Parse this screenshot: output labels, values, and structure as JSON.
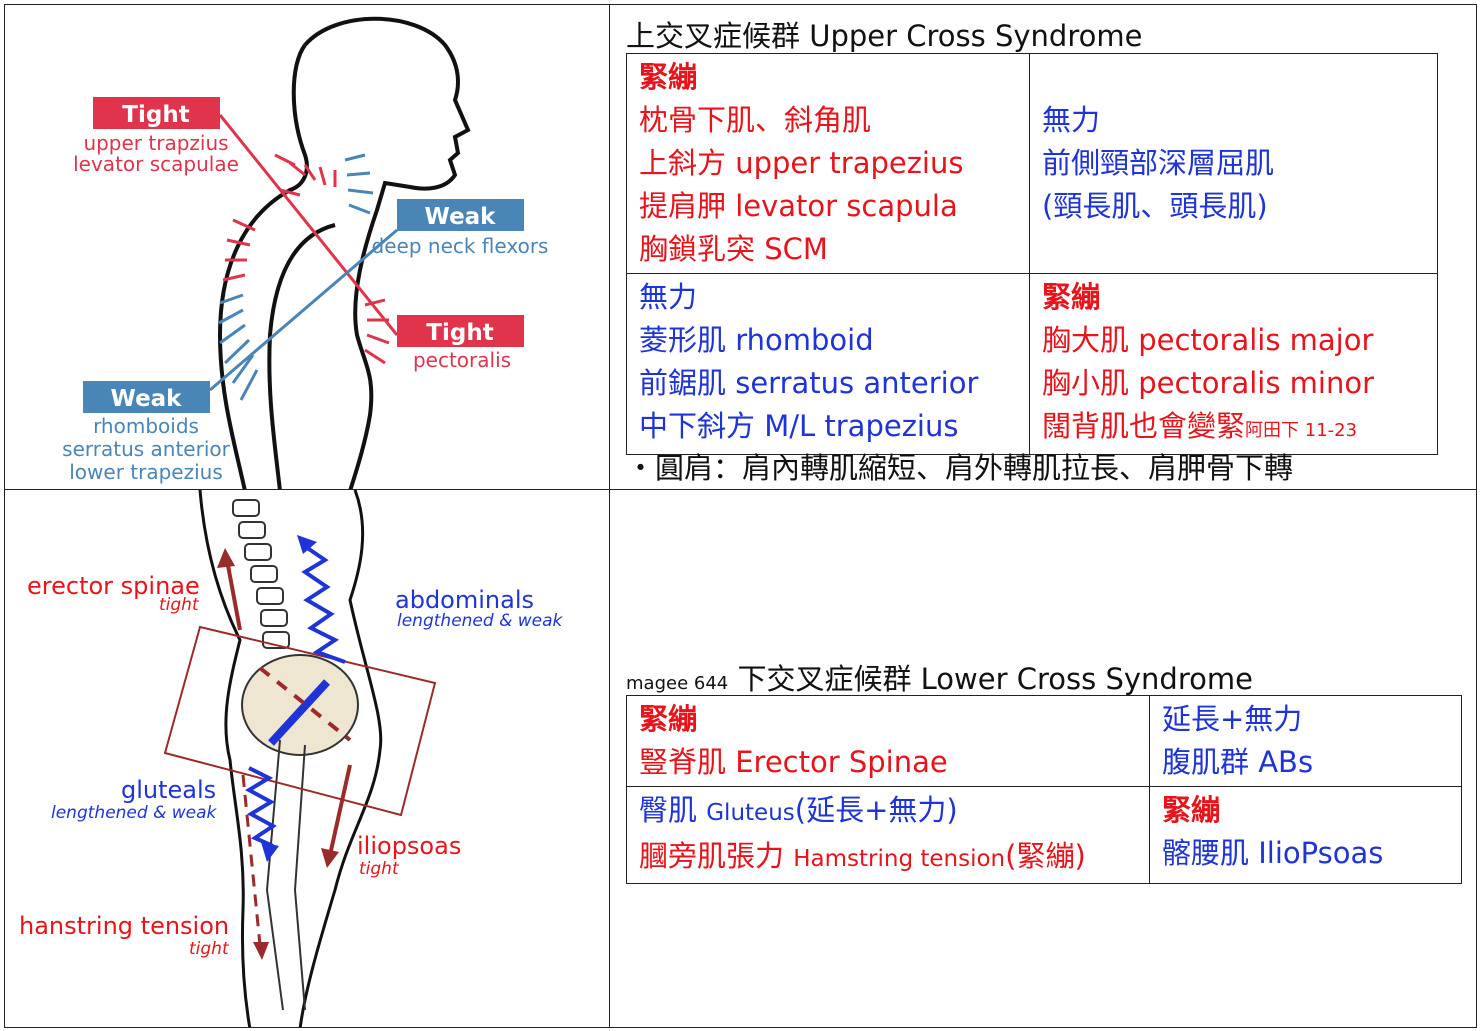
{
  "upper": {
    "title": "上交叉症候群 Upper Cross Syndrome",
    "tl_head": "緊繃",
    "tl_lines": [
      "枕骨下肌、斜角肌",
      "上斜方 upper trapezius",
      "提肩胛 levator scapula",
      "胸鎖乳突 SCM"
    ],
    "tr_head": "無力",
    "tr_lines": [
      "前側頸部深層屈肌",
      "(頸長肌、頭長肌)"
    ],
    "bl_head": "無力",
    "bl_lines": [
      "菱形肌 rhomboid",
      "前鋸肌 serratus anterior",
      "中下斜方 M/L trapezius"
    ],
    "br_head": "緊繃",
    "br_lines": [
      "胸大肌 pectoralis major",
      "胸小肌 pectoralis minor"
    ],
    "br_last": "闊背肌也會變緊",
    "br_last_ref": "阿田下 11-23",
    "note": "・圓肩：肩內轉肌縮短、肩外轉肌拉長、肩胛骨下轉"
  },
  "lower": {
    "prefix": "magee 644",
    "title": "下交叉症候群 Lower Cross Syndrome",
    "tl_head": "緊繃",
    "tl_line": "豎脊肌 Erector Spinae",
    "tr_head": "延長+無力",
    "tr_line": "腹肌群 ABs",
    "bl_l1a": "臀肌",
    "bl_l1b": "Gluteus",
    "bl_l1c": "(延長+無力)",
    "bl_l2a": "膕旁肌張力",
    "bl_l2b": "Hamstring tension",
    "bl_l2c": "(緊繃)",
    "br_head": "緊繃",
    "br_line": "髂腰肌 IlioPsoas"
  },
  "fig1": {
    "tight1": "Tight",
    "tight1_sub1": "upper trapzius",
    "tight1_sub2": "levator scapulae",
    "weak1": "Weak",
    "weak1_sub": "deep neck flexors",
    "tight2": "Tight",
    "tight2_sub": "pectoralis",
    "weak2": "Weak",
    "weak2_sub1": "rhomboids",
    "weak2_sub2": "serratus anterior",
    "weak2_sub3": "lower trapezius"
  },
  "fig2": {
    "erector": "erector spinae",
    "erector_sub": "tight",
    "abd": "abdominals",
    "abd_sub": "lengthened & weak",
    "glut": "gluteals",
    "glut_sub": "lengthened & weak",
    "ilio": "iliopsoas",
    "ilio_sub": "tight",
    "ham": "hanstring tension",
    "ham_sub": "tight"
  },
  "colors": {
    "tight_red": "#e0344c",
    "weak_blue": "#4a85b8",
    "text_red": "#e8141b",
    "text_blue": "#1f34d6",
    "dark_red": "#9b2a2a"
  }
}
